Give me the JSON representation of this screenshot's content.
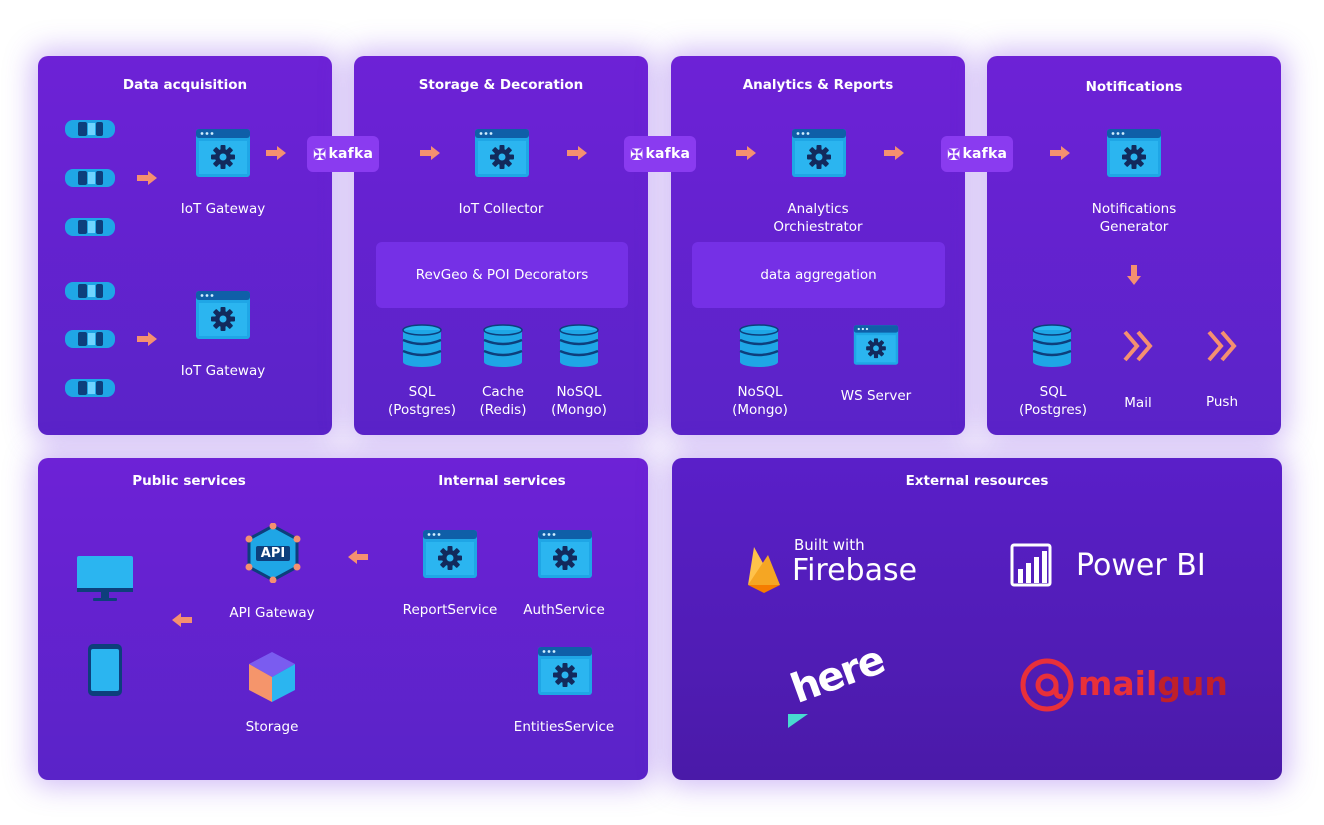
{
  "panels": {
    "data_acquisition": {
      "title": "Data acquisition",
      "gateway1": "IoT Gateway",
      "gateway2": "IoT Gateway"
    },
    "storage": {
      "title": "Storage & Decoration",
      "collector": "IoT Collector",
      "decorators": "RevGeo & POI Decorators",
      "db1": [
        "SQL",
        "(Postgres)"
      ],
      "db2": [
        "Cache",
        "(Redis)"
      ],
      "db3": [
        "NoSQL",
        "(Mongo)"
      ]
    },
    "analytics": {
      "title": "Analytics & Reports",
      "orchestrator": [
        "Analytics",
        "Orchiestrator"
      ],
      "aggregation": "data aggregation",
      "db": [
        "NoSQL",
        "(Mongo)"
      ],
      "ws": "WS Server"
    },
    "notifications": {
      "title": "Notifications",
      "generator": [
        "Notifications",
        "Generator"
      ],
      "db": [
        "SQL",
        "(Postgres)"
      ],
      "mail": "Mail",
      "push": "Push"
    },
    "services": {
      "public_title": "Public services",
      "internal_title": "Internal services",
      "api_badge": "API",
      "api_gateway": "API Gateway",
      "storage": "Storage",
      "report": "ReportService",
      "auth": "AuthService",
      "entities": "EntitiesService"
    },
    "external": {
      "title": "External resources",
      "firebase_small": "Built with",
      "firebase_big": "Firebase",
      "powerbi": "Power BI",
      "here": "here",
      "mailgun_a": "mail",
      "mailgun_b": "gun"
    }
  },
  "kafka_label": "kafka",
  "colors": {
    "panel": "#6d22d6",
    "accent_arrow": "#f59070",
    "icon_blue": "#1fa6e6",
    "kafka_bg": "#8a3bf0"
  }
}
